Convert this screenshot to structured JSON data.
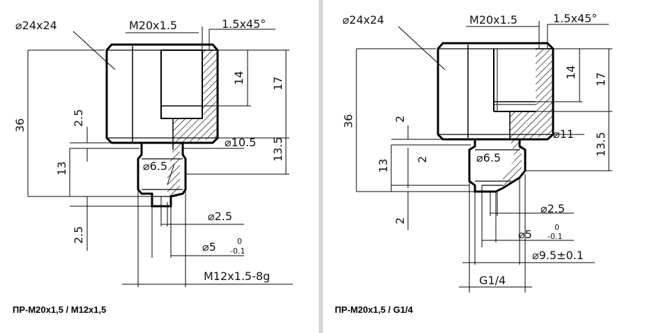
{
  "drawings": [
    {
      "caption": "ПР-М20х1,5 / М12х1,5",
      "labels": {
        "hex": "⌀24x24",
        "thread": "M20x1.5",
        "chamfer": "1.5x45°",
        "d14": "14",
        "d17": "17",
        "d36": "36",
        "d25a": "2.5",
        "d105": "⌀10.5",
        "d135": "13.5",
        "d13": "13",
        "d65": "⌀6.5",
        "d25b": "2.5",
        "d25c": "⌀2.5",
        "d5": "⌀5",
        "d5tol_upper": "0",
        "d5tol_lower": "-0.1",
        "thread2": "M12x1.5-8g"
      }
    },
    {
      "caption": "ПР-М20х1,5 / G1/4",
      "labels": {
        "hex": "⌀24x24",
        "thread": "M20x1.5",
        "chamfer": "1.5x45°",
        "d14": "14",
        "d17": "17",
        "d36": "36",
        "d2a": "2",
        "d11": "⌀11",
        "d135": "13.5",
        "d13": "13",
        "d2b": "2",
        "d65": "⌀6.5",
        "d2c": "2",
        "d25": "⌀2.5",
        "d5": "⌀5",
        "d5tol_upper": "0",
        "d5tol_lower": "-0.1",
        "d95": "⌀9.5±0.1",
        "thread2": "G1/4"
      }
    }
  ]
}
